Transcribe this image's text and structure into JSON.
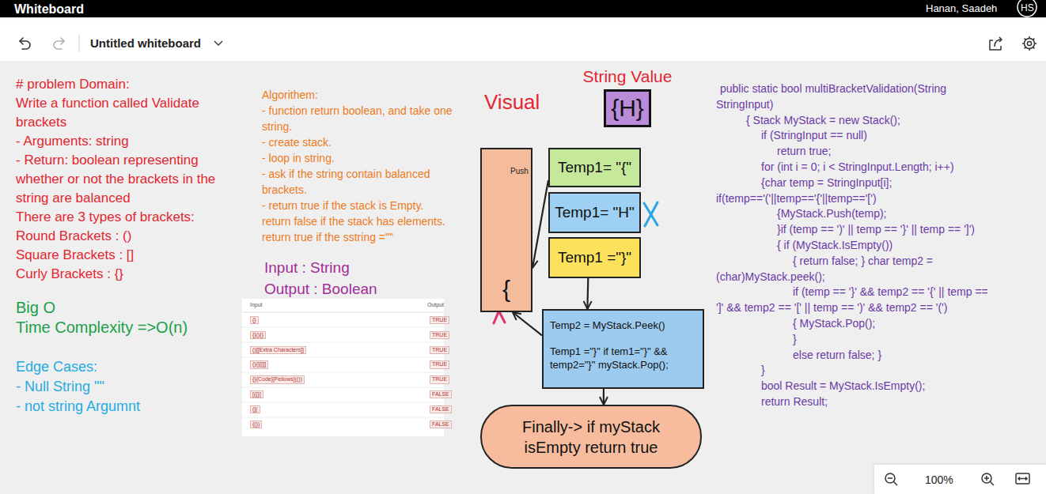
{
  "diagram": {
    "nodes": [
      {
        "text": [
          "String Value",
          "{H}"
        ]
      },
      {
        "text": [
          "{"
        ]
      },
      {
        "text": [
          "Temp1= \"{\""
        ]
      },
      {
        "text": [
          "Temp1= \"H\""
        ]
      },
      {
        "text": [
          "Temp1 =\"}\""
        ]
      },
      {
        "text": [
          "Temp2 = MyStack.Peek()",
          "Temp1 =\"}\" if tem1=\"}\" && temp2=\"}\" myStack.Pop();"
        ]
      },
      {
        "text": [
          "Finally-> if myStack isEmpty return true"
        ]
      }
    ],
    "edges": [
      {
        "from": 2,
        "to": 1,
        "arrow": "to",
        "label": "Push"
      },
      {
        "from": 4,
        "to": 5,
        "arrow": "to"
      },
      {
        "from": 5,
        "to": 1,
        "arrow": "to"
      },
      {
        "from": 5,
        "to": 6,
        "arrow": "to"
      }
    ],
    "labels": [
      "Whiteboard",
      "Hanan, Saadeh",
      "HS",
      "Untitled whiteboard",
      "# problem Domain:",
      "Write a function called Validate brackets",
      "- Arguments: string",
      "- Return: boolean representing whether or not the brackets in the string are balanced",
      "There are 3 types of brackets:",
      "Round Brackets : ()",
      "Square Brackets : []",
      "Curly Brackets : {}",
      "Big O",
      "Time Complexity =>O(n)",
      "Edge Cases:",
      "- Null String \"\"",
      "- not string Argumnt",
      "Algorithem:",
      "- function return boolean, and take one string.",
      "- create stack.",
      "- loop in string.",
      "- ask if the string contain balanced brackets.",
      "- return true if the stack is Empty.",
      "return false if the stack has elements.",
      "return true if the sstring =\"\"",
      "Input : String",
      "Output : Boolean",
      "Visual",
      "Input",
      "Output",
      "{}",
      "TRUE",
      "{}(){}",
      "TRUE",
      "()[[Extra Characters]]",
      "TRUE",
      "(){}[[]]",
      "TRUE",
      "{}{Code}[Fellows](())",
      "TRUE",
      "[({}]",
      "FALSE",
      "(](",
      "FALSE",
      "{(})",
      "FALSE",
      "public static bool multiBracketValidation(String StringInput)",
      "{ Stack MyStack = new Stack();",
      "if (StringInput == null)",
      "return true;",
      "for (int i = 0; i < StringInput.Length; i++)",
      "{char temp = StringInput[i]; if(temp=='('||temp=='{'||temp=='[')",
      "{MyStack.Push(temp);",
      "}if (temp == ')' || temp == '}' || temp == ']')",
      "{ if (MyStack.IsEmpty())",
      "{ return false; } char temp2 = (char)MyStack.peek();",
      "if (temp == '}' && temp2 == '{' || temp == ']' && temp2 == '[' || temp == ')' && temp2 == '(')",
      "{ MyStack.Pop();",
      "}",
      "else return false; }",
      "}",
      "bool Result = MyStack.IsEmpty();",
      "return Result;",
      "100%"
    ]
  }
}
